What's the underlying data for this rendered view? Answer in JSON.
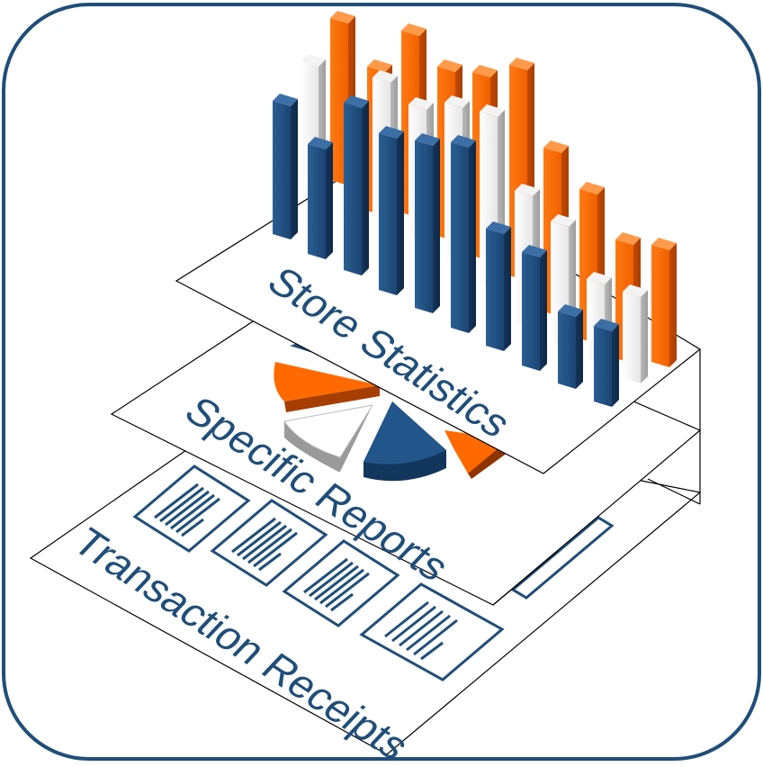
{
  "layers": {
    "top_label": "Store Statistics",
    "middle_label": "Specific Reports",
    "bottom_label": "Transaction Receipts"
  },
  "colors": {
    "frame": "#1f4e79",
    "navy": "#1f4e79",
    "orange": "#ff6a00",
    "white_bar": "#ffffff",
    "text": "#1f4e79"
  }
}
